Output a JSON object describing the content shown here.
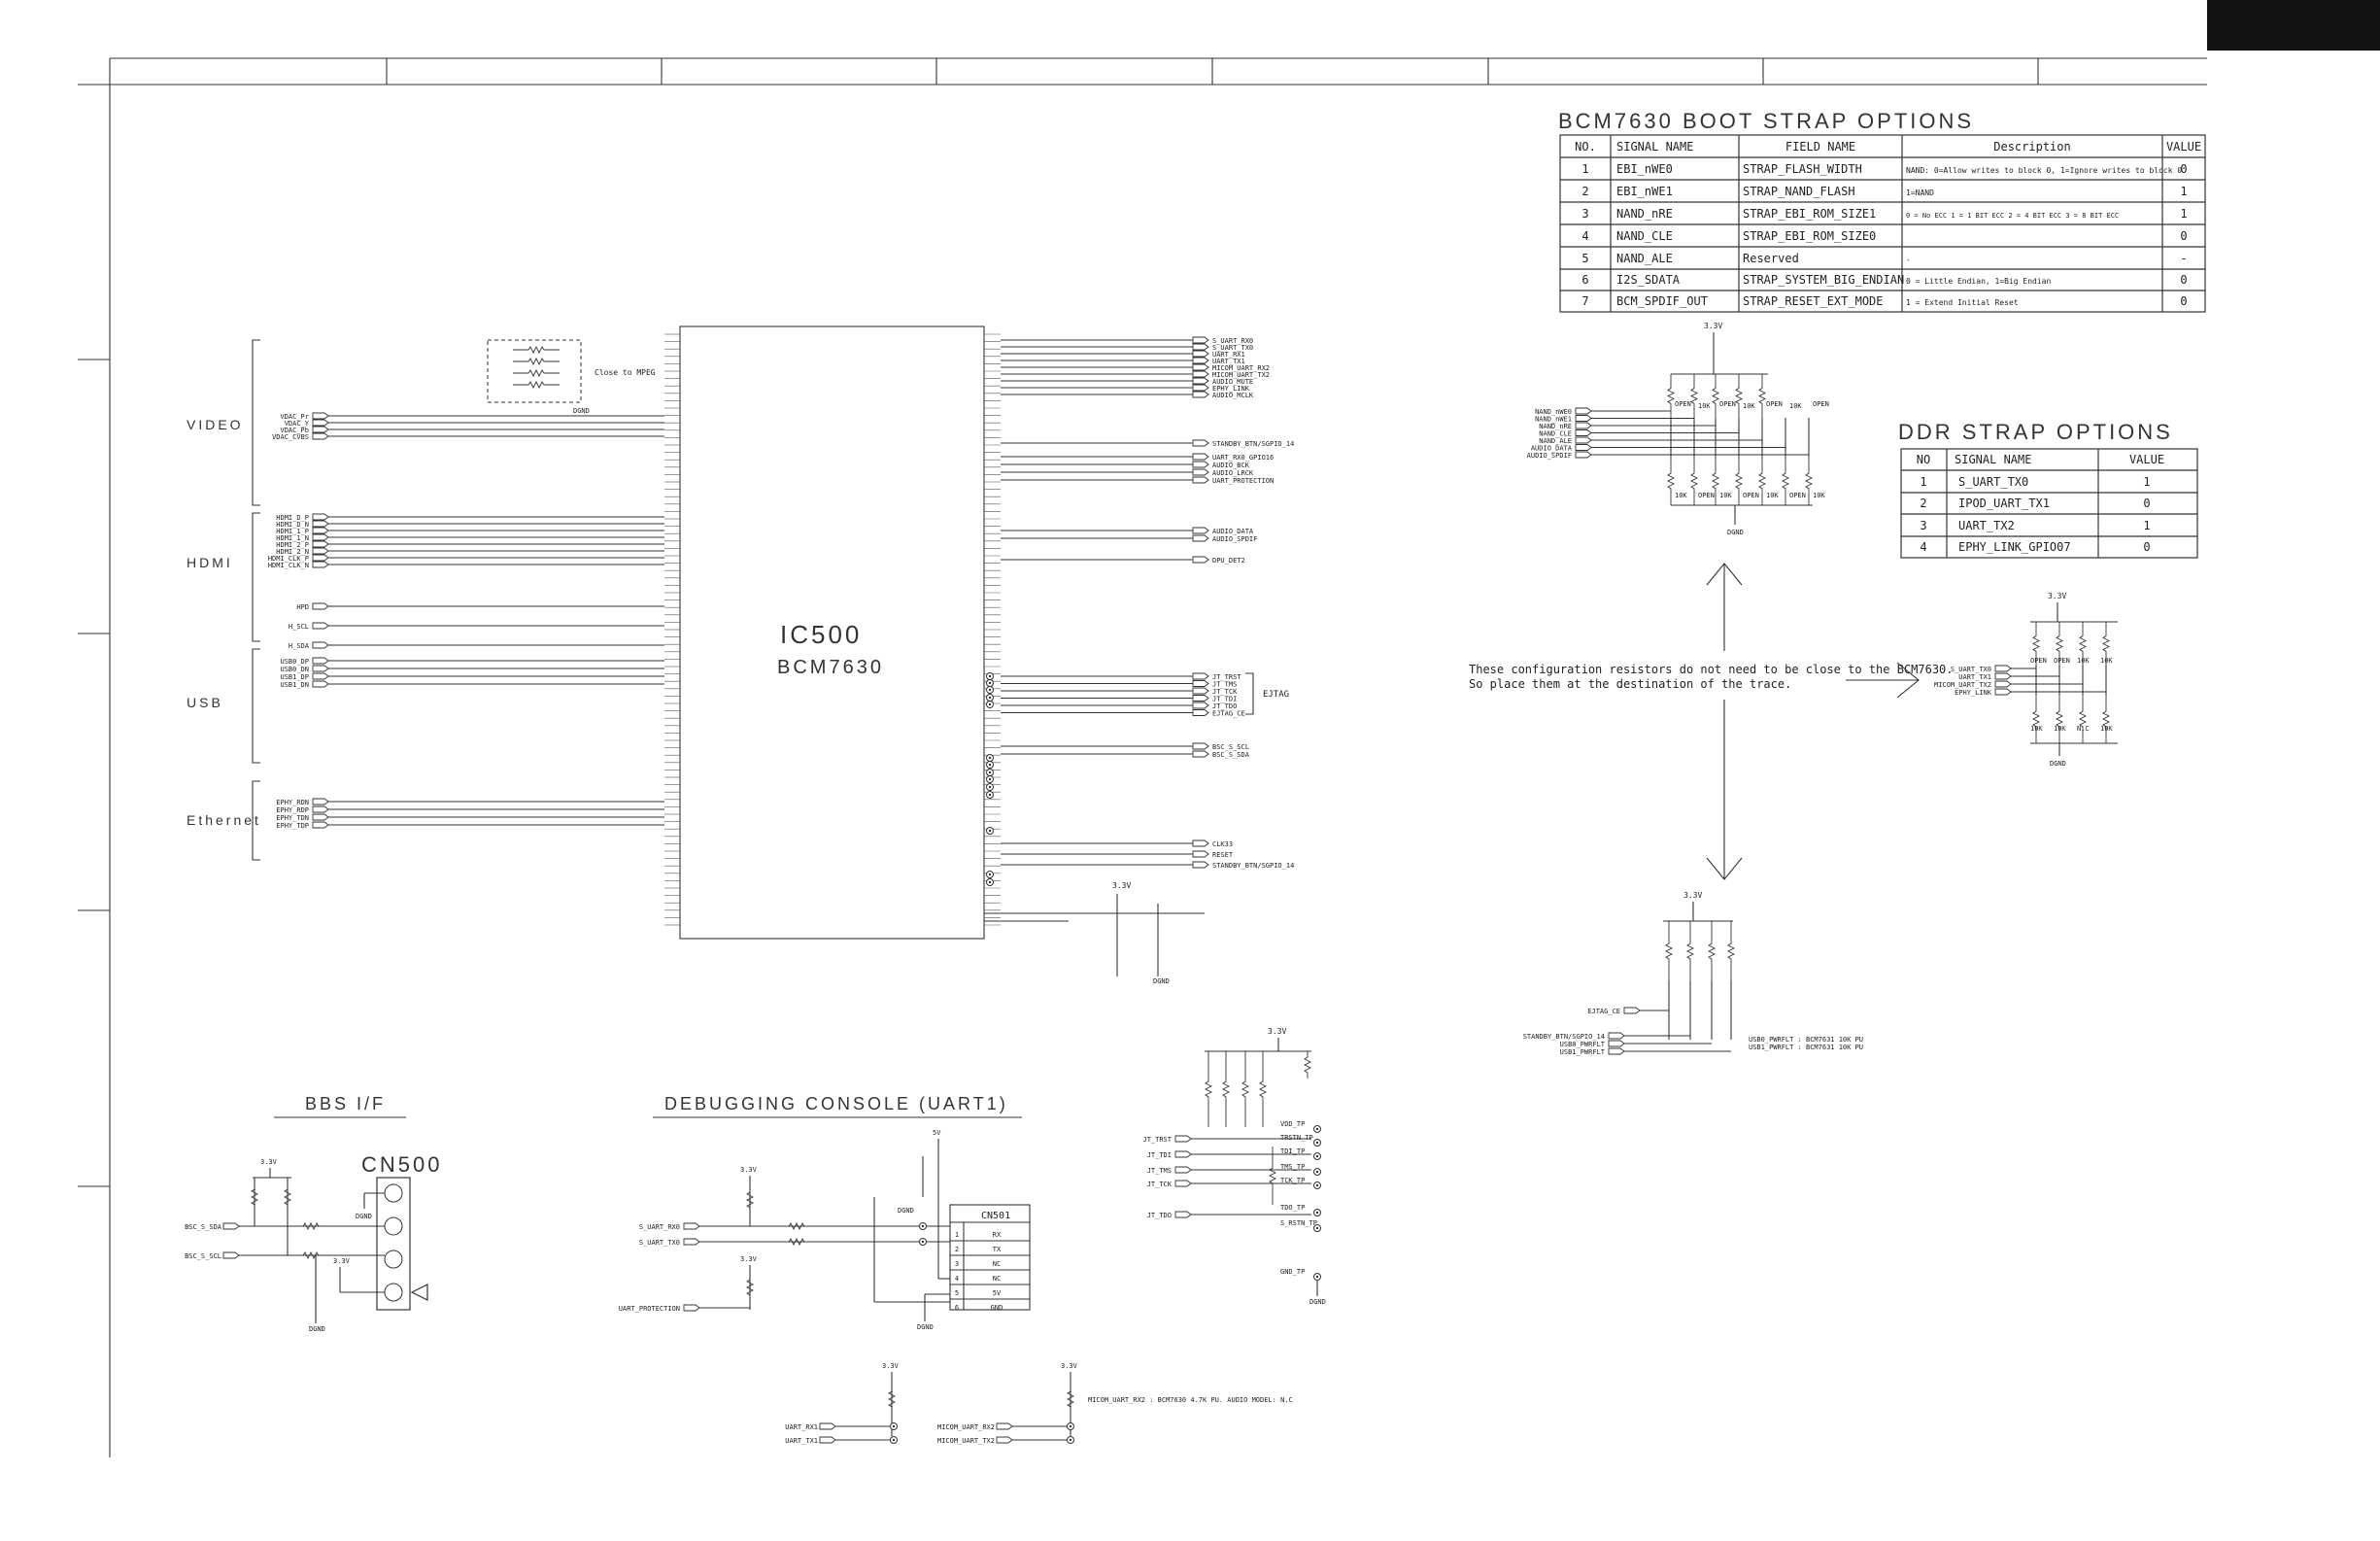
{
  "frame": {},
  "boot_strap": {
    "title": "BCM7630 BOOT STRAP OPTIONS",
    "headers": [
      "NO.",
      "SIGNAL NAME",
      "FIELD NAME",
      "Description",
      "VALUE"
    ],
    "rows": [
      [
        "1",
        "EBI_nWE0",
        "STRAP_FLASH_WIDTH",
        "NAND: 0=Allow writes to block 0, 1=Ignore writes to block 0",
        "0"
      ],
      [
        "2",
        "EBI_nWE1",
        "STRAP_NAND_FLASH",
        "1=NAND",
        "1"
      ],
      [
        "3",
        "NAND_nRE",
        "STRAP_EBI_ROM_SIZE1",
        "0 = No ECC  1 = 1 BIT ECC  2 = 4 BIT ECC  3 = 8 BIT ECC",
        "1"
      ],
      [
        "4",
        "NAND_CLE",
        "STRAP_EBI_ROM_SIZE0",
        "",
        "0"
      ],
      [
        "5",
        "NAND_ALE",
        "Reserved",
        "-",
        "-"
      ],
      [
        "6",
        "I2S_SDATA",
        "STRAP_SYSTEM_BIG_ENDIAN",
        "0 = Little Endian,   1=Big Endian",
        "0"
      ],
      [
        "7",
        "BCM_SPDIF_OUT",
        "STRAP_RESET_EXT_MODE",
        "1 = Extend Initial Reset",
        "0"
      ]
    ]
  },
  "ddr_strap": {
    "title": "DDR STRAP OPTIONS",
    "headers": [
      "NO",
      "SIGNAL NAME",
      "VALUE"
    ],
    "rows": [
      [
        "1",
        "S_UART_TX0",
        "1"
      ],
      [
        "2",
        "IPOD_UART_TX1",
        "0"
      ],
      [
        "3",
        "UART_TX2",
        "1"
      ],
      [
        "4",
        "EPHY_LINK_GPIO07",
        "0"
      ]
    ]
  },
  "note": {
    "line1": "These configuration resistors do not need to be close to the BCM7630.",
    "line2": "So place them at the destination of the trace."
  },
  "ic": {
    "ref": "IC500",
    "part": "BCM7630"
  },
  "groups": {
    "video": "VIDEO",
    "hdmi": "HDMI",
    "usb": "USB",
    "ethernet": "Ethernet"
  },
  "sections": {
    "bbs": "BBS I/F",
    "debug": "DEBUGGING CONSOLE (UART1)"
  },
  "connectors": {
    "cn500": "CN500",
    "cn501": "CN501",
    "cn501_pins": [
      [
        "1",
        "RX"
      ],
      [
        "2",
        "TX"
      ],
      [
        "3",
        "NC"
      ],
      [
        "4",
        "NC"
      ],
      [
        "5",
        "5V"
      ],
      [
        "6",
        "GND"
      ]
    ]
  },
  "left_signals": {
    "video": [
      "VDAC_Pr",
      "VDAC_Y",
      "VDAC_Pb",
      "VDAC_CVBS"
    ],
    "hdmi": [
      "HDMI_D_P",
      "HDMI_D_N",
      "HDMI_1_P",
      "HDMI_1_N",
      "HDMI_2_P",
      "HDMI_2_N",
      "HDMI_CLK_P",
      "HDMI_CLK_N"
    ],
    "hdmi_misc": [
      "HPD",
      "H_SCL",
      "H_SDA"
    ],
    "usb": [
      "USB0_DP",
      "USB0_DN",
      "USB1_DP",
      "USB1_DN"
    ],
    "eth": [
      "EPHY_RDN",
      "EPHY_RDP",
      "EPHY_TDN",
      "EPHY_TDP"
    ]
  },
  "right_signals": {
    "uart": [
      "S_UART_RX0",
      "S_UART_TX0",
      "UART_RX1",
      "UART_TX1",
      "MICOM_UART_RX2",
      "MICOM_UART_TX2",
      "AUDIO_MUTE",
      "EPHY_LINK",
      "AUDIO_MCLK"
    ],
    "standby": "STANDBY_BTN/SGPIO_14",
    "audio": [
      "UART_RX0_GPIO16",
      "AUDIO_BCK",
      "AUDIO_LRCK",
      "UART_PROTECTION"
    ],
    "audio2": [
      "AUDIO_DATA",
      "AUDIO_SPDIF"
    ],
    "dpu": "DPU_DET2",
    "jtag": [
      "JT_TRST",
      "JT_TMS",
      "JT_TCK",
      "JT_TDI",
      "JT_TDO",
      "EJTAG_CE"
    ],
    "jtag_label": "EJTAG",
    "bsc": [
      "BSC_S_SCL",
      "BSC_S_SDA"
    ],
    "clk": [
      "CLK33",
      "RESET",
      "STANDBY_BTN/SGPIO_14"
    ]
  },
  "strap_inputs": [
    "NAND_nWE0",
    "NAND_nWE1",
    "NAND_nRE",
    "NAND_CLE",
    "NAND_ALE",
    "AUDIO_DATA",
    "AUDIO_SPDIF"
  ],
  "ddr_inputs": [
    "S_UART_TX0",
    "UART_TX1",
    "MICOM_UART_TX2",
    "EPHY_LINK"
  ],
  "lower_right": {
    "ejtag": "EJTAG_CE",
    "inputs": [
      "STANDBY_BTN/SGPIO_14",
      "USB0_PWRFLT",
      "USB1_PWRFLT"
    ],
    "note1": "USB0_PWRFLT : BCM7631 10K PU",
    "note2": "USB1_PWRFLT : BCM7631 10K PU"
  },
  "jtag_block": {
    "inputs": [
      "JT_TRST",
      "JT_TDI",
      "JT_TMS",
      "JT_TCK",
      "JT_TDO"
    ],
    "tps": [
      "VDD_TP",
      "TRSTN_TP",
      "TDI_TP",
      "TMS_TP",
      "TCK_TP",
      "TDO_TP",
      "S_RSTN_TP",
      "GND_TP"
    ]
  },
  "bbs_signals": [
    "BSC_S_SDA",
    "BSC_S_SCL"
  ],
  "debug_signals": [
    "S_UART_RX0",
    "S_UART_TX0",
    "UART_PROTECTION"
  ],
  "bottom_signals": [
    "UART_RX1",
    "UART_TX1",
    "MICOM_UART_RX2",
    "MICOM_UART_TX2"
  ],
  "bottom_note": "MICOM_UART_RX2 : BCM7630 4.7K PU. AUDIO MODEL: N.C",
  "labels": {
    "v33": "3.3V",
    "v5": "5V",
    "dgnd": "DGND",
    "close_mpeg": "Close to MPEG",
    "r_open": "OPEN",
    "r_10k": "10K",
    "r_nc": "N.C"
  }
}
